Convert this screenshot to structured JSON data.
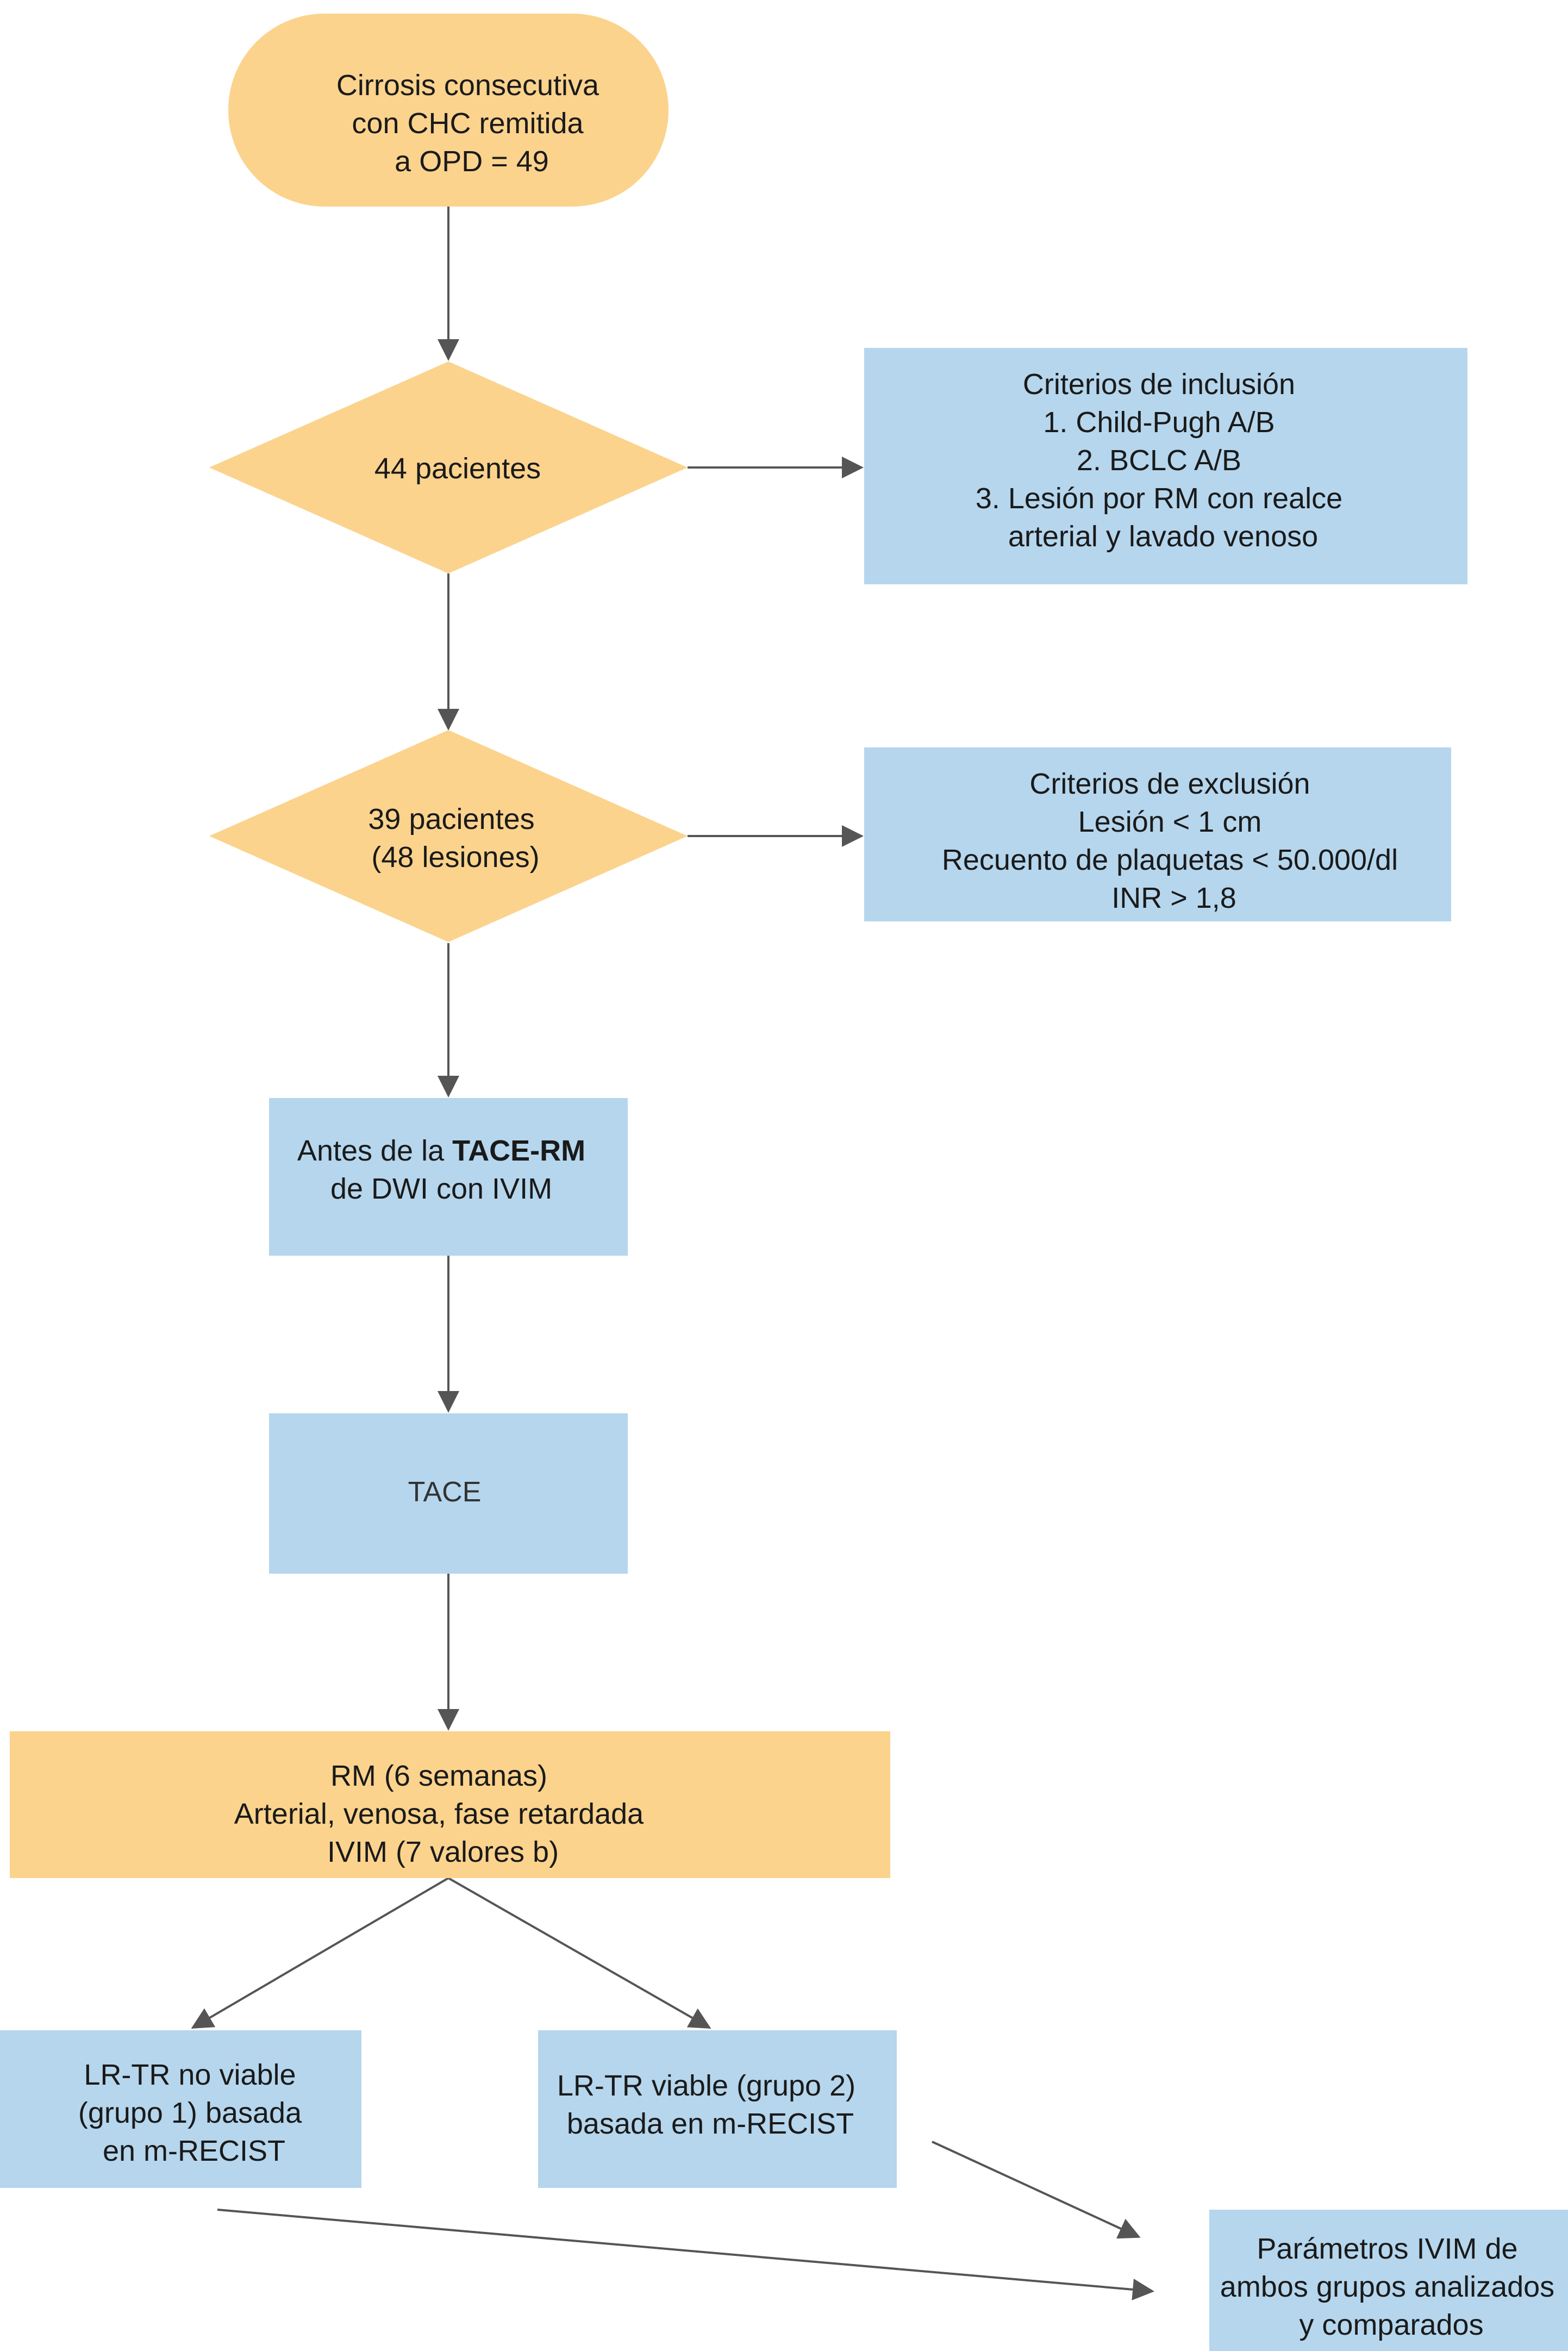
{
  "diagram": {
    "colors": {
      "orange": "#fbd38d",
      "blue": "#b5d6ed",
      "arrow": "#555555"
    },
    "start": {
      "lines": [
        "Cirrosis consecutiva",
        "con CHC remitida",
        "a OPD = 49"
      ]
    },
    "decision1": {
      "lines": [
        "44 pacientes"
      ]
    },
    "inclusion": {
      "lines": [
        "Criterios de inclusión",
        "1.  Child-Pugh A/B",
        "2.  BCLC A/B",
        "3. Lesión por  RM con realce",
        "arterial y lavado venoso"
      ]
    },
    "decision2": {
      "lines": [
        "39 pacientes",
        "(48 lesiones)"
      ]
    },
    "exclusion": {
      "lines": [
        "Criterios de exclusión",
        "Lesión < 1 cm",
        "Recuento de plaquetas < 50.000/dl",
        "INR > 1,8"
      ]
    },
    "pre_tace": {
      "line1_normal": "Antes de la ",
      "line1_bold": "TACE-RM",
      "line2": "de DWI con IVIM"
    },
    "tace": {
      "lines": [
        "TACE"
      ]
    },
    "mri_followup": {
      "lines": [
        "RM (6 semanas)",
        "Arterial, venosa, fase retardada",
        "IVIM (7 valores b)"
      ]
    },
    "group1": {
      "lines": [
        "LR-TR no viable",
        "(grupo 1) basada",
        "en m-RECIST"
      ]
    },
    "group2": {
      "lines": [
        "LR-TR viable (grupo 2)",
        "basada en m-RECIST"
      ]
    },
    "result": {
      "lines": [
        "Parámetros IVIM de",
        "ambos grupos analizados",
        "y comparados"
      ]
    }
  }
}
